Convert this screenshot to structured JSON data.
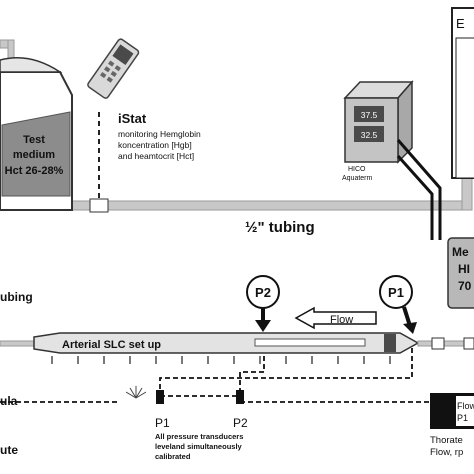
{
  "test_medium": {
    "line1": "Test",
    "line2": "medium",
    "line3": "Hct 26-28%"
  },
  "istat": {
    "title": "iStat",
    "desc_line1": "monitoring Hemglobin",
    "desc_line2": "koncentration [Hgb]",
    "desc_line3": "and heamtocrit [Hct]"
  },
  "hico": {
    "display_top": "37.5",
    "display_bottom": "32.5",
    "label_line1": "HICO",
    "label_line2": "Aquaterm"
  },
  "tubing_main": "½\" tubing",
  "tubing_left": "ubing",
  "right_box_top_letter": "E",
  "medos_box": {
    "line1": "Me",
    "line2": "HI",
    "line3": "70"
  },
  "pressure_labels": {
    "p2_circle": "P2",
    "p1_circle": "P1",
    "p1_bottom": "P1",
    "p2_bottom": "P2"
  },
  "flow_label": "Flow",
  "arterial_label": "Arterial SLC set up",
  "calibration_note": {
    "line1": "All pressure transducers",
    "line2": "leveland simultaneously",
    "line3": "calibrated"
  },
  "left_cut_labels": {
    "upper": "ula",
    "lower": "ute"
  },
  "flow_box": {
    "line1": "Flow",
    "line2": "P1"
  },
  "bottom_right": {
    "line1": "Thorate",
    "line2": "Flow, rp"
  },
  "colors": {
    "tube": "#c8c8c8",
    "tube_edge": "#9a9a9a",
    "dark": "#1a1a1a",
    "medium_fill": "#8c8c8c",
    "box_fill": "#b8b8b8"
  }
}
